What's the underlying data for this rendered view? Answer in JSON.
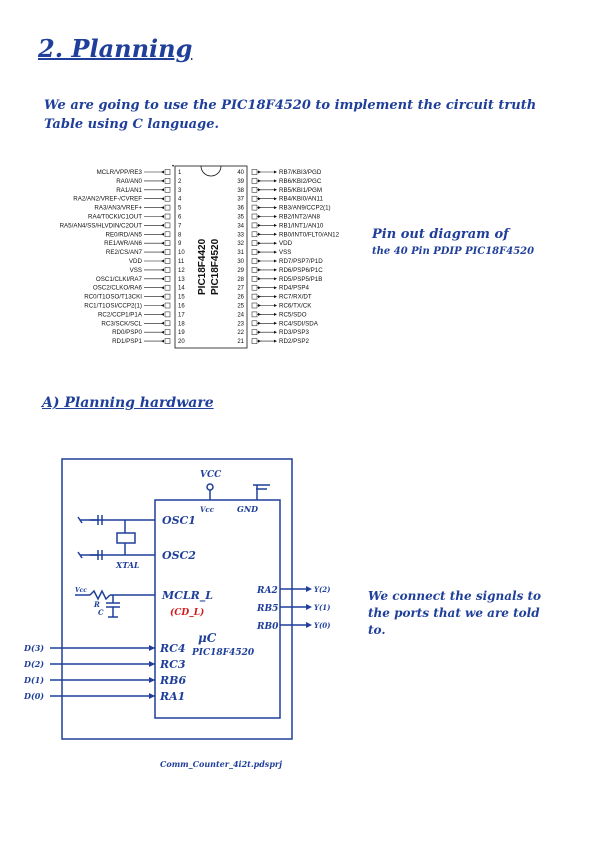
{
  "section_title": "2. Planning",
  "intro_text": "We are going to use the PIC18F4520 to implement the circuit truth Table using C language.",
  "pinout_note": {
    "line1": "Pin out diagram of",
    "line2": "the 40 Pin PDIP PIC18F4520"
  },
  "chip_labels": [
    "PIC18F4420",
    "PIC18F4520"
  ],
  "left_pins": [
    {
      "n": "1",
      "label": "MCLR/VPP/RE3"
    },
    {
      "n": "2",
      "label": "RA0/AN0"
    },
    {
      "n": "3",
      "label": "RA1/AN1"
    },
    {
      "n": "4",
      "label": "RA2/AN2/VREF-/CVREF"
    },
    {
      "n": "5",
      "label": "RA3/AN3/VREF+"
    },
    {
      "n": "6",
      "label": "RA4/T0CKI/C1OUT"
    },
    {
      "n": "7",
      "label": "RA5/AN4/SS/HLVDIN/C2OUT"
    },
    {
      "n": "8",
      "label": "RE0/RD/AN5"
    },
    {
      "n": "9",
      "label": "RE1/WR/AN6"
    },
    {
      "n": "10",
      "label": "RE2/CS/AN7"
    },
    {
      "n": "11",
      "label": "VDD"
    },
    {
      "n": "12",
      "label": "VSS"
    },
    {
      "n": "13",
      "label": "OSC1/CLKI/RA7"
    },
    {
      "n": "14",
      "label": "OSC2/CLKO/RA6"
    },
    {
      "n": "15",
      "label": "RC0/T1OSO/T13CKI"
    },
    {
      "n": "16",
      "label": "RC1/T1OSI/CCP2(1)"
    },
    {
      "n": "17",
      "label": "RC2/CCP1/P1A"
    },
    {
      "n": "18",
      "label": "RC3/SCK/SCL"
    },
    {
      "n": "19",
      "label": "RD0/PSP0"
    },
    {
      "n": "20",
      "label": "RD1/PSP1"
    }
  ],
  "right_pins": [
    {
      "n": "40",
      "label": "RB7/KBI3/PGD"
    },
    {
      "n": "39",
      "label": "RB6/KBI2/PGC"
    },
    {
      "n": "38",
      "label": "RB5/KBI1/PGM"
    },
    {
      "n": "37",
      "label": "RB4/KBI0/AN11"
    },
    {
      "n": "36",
      "label": "RB3/AN9/CCP2(1)"
    },
    {
      "n": "35",
      "label": "RB2/INT2/AN8"
    },
    {
      "n": "34",
      "label": "RB1/INT1/AN10"
    },
    {
      "n": "33",
      "label": "RB0/INT0/FLT0/AN12"
    },
    {
      "n": "32",
      "label": "VDD"
    },
    {
      "n": "31",
      "label": "VSS"
    },
    {
      "n": "30",
      "label": "RD7/PSP7/P1D"
    },
    {
      "n": "29",
      "label": "RD6/PSP6/P1C"
    },
    {
      "n": "28",
      "label": "RD5/PSP5/P1B"
    },
    {
      "n": "27",
      "label": "RD4/PSP4"
    },
    {
      "n": "26",
      "label": "RC7/RX/DT"
    },
    {
      "n": "25",
      "label": "RC6/TX/CK"
    },
    {
      "n": "24",
      "label": "RC5/SDO"
    },
    {
      "n": "23",
      "label": "RC4/SDI/SDA"
    },
    {
      "n": "22",
      "label": "RD3/PSP3"
    },
    {
      "n": "21",
      "label": "RD2/PSP2"
    }
  ],
  "hardware_title": "A) Planning hardware",
  "schematic": {
    "vcc": "VCC",
    "mcu_vcc": "Vcc",
    "gnd": "GND",
    "osc1": "OSC1",
    "osc2": "OSC2",
    "xtal": "XTAL",
    "mclr": "MCLR_L",
    "cd_l": "(CD_L)",
    "resistor": "R",
    "capacitor": "C",
    "vcc_small": "Vcc",
    "mcu_symbol": "μC",
    "mcu_name": "PIC18F4520",
    "in_pins": [
      "RC4",
      "RC3",
      "RB6",
      "RA1"
    ],
    "in_signals": [
      "D(3)",
      "D(2)",
      "D(1)",
      "D(0)"
    ],
    "out_pins": [
      "RA2",
      "RB5",
      "RB0"
    ],
    "out_signals": [
      "Y(2)",
      "Y(1)",
      "Y(0)"
    ],
    "project_file": "Comm_Counter_4i2t.pdsprj"
  },
  "schematic_note": "We connect the signals to the ports that we are told to."
}
